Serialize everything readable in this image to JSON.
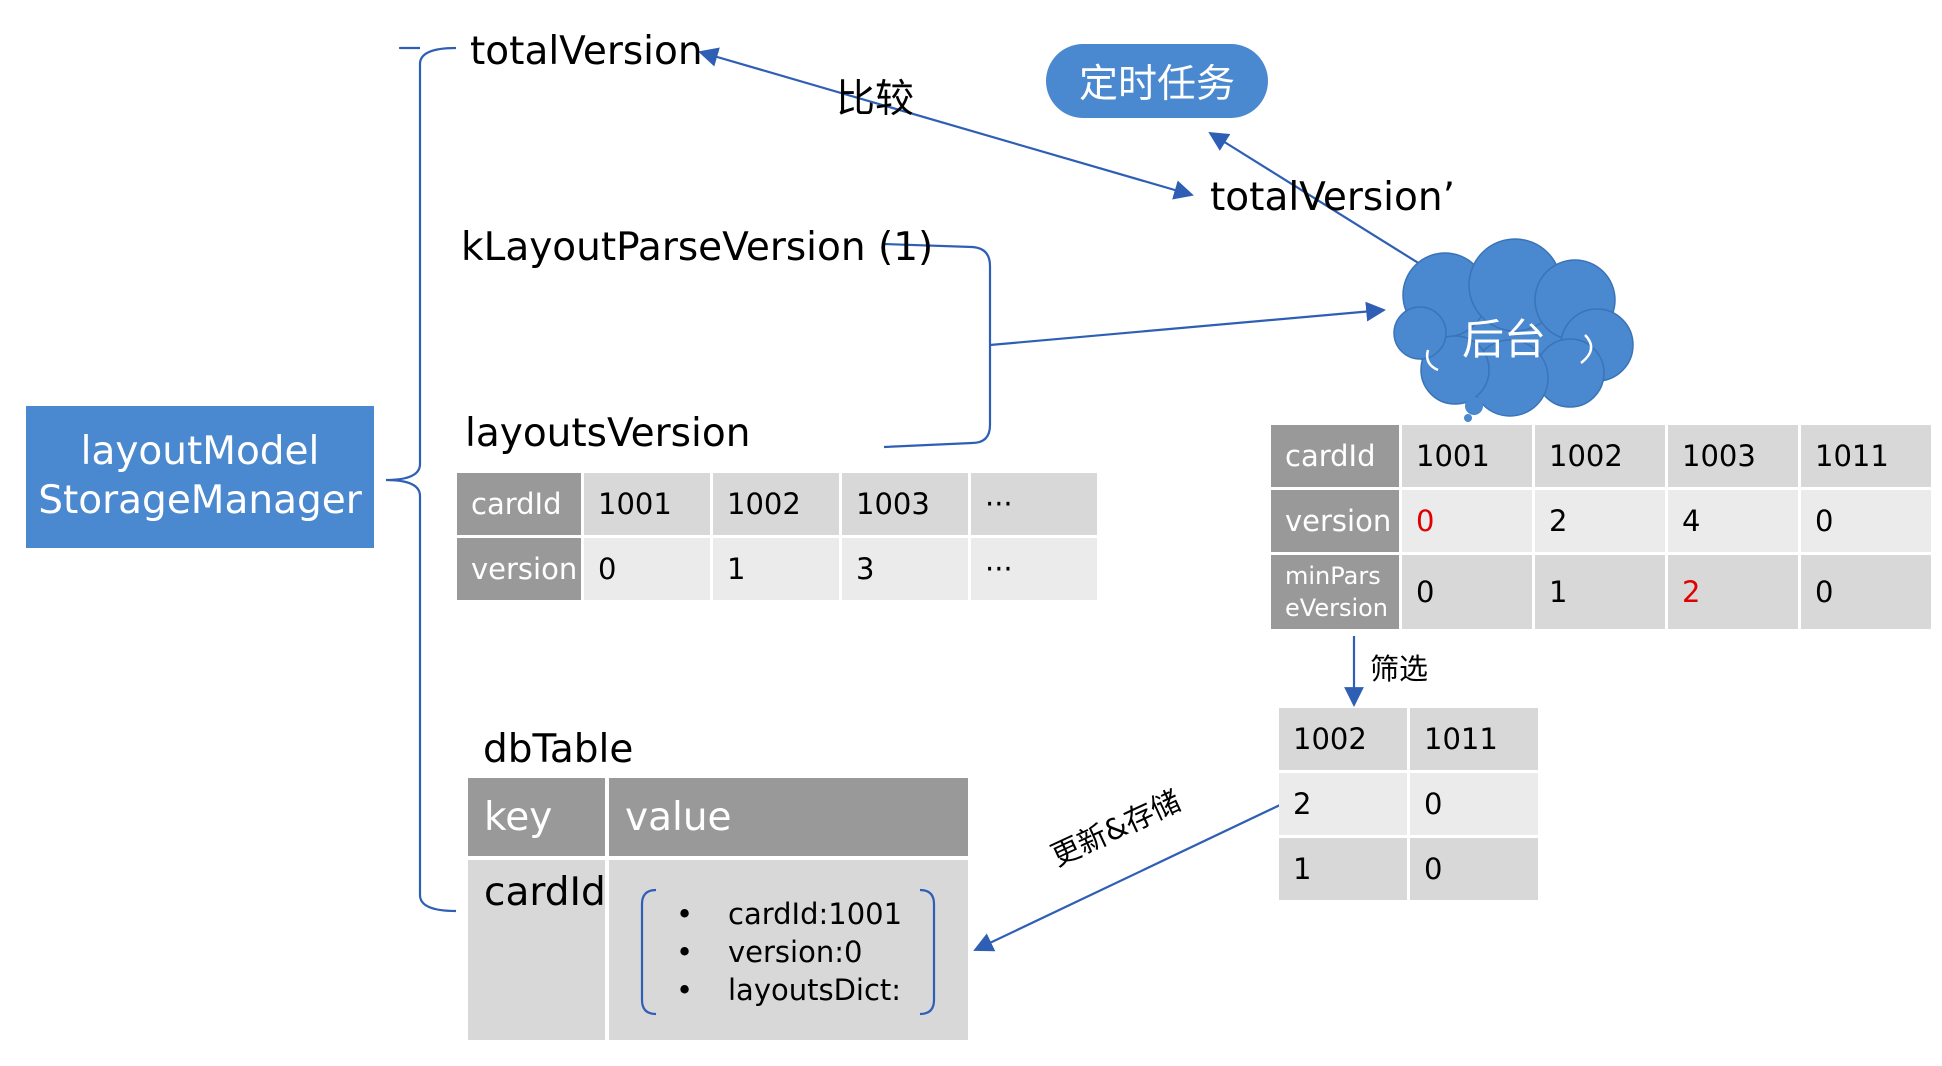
{
  "root": {
    "line1": "layoutModel",
    "line2": "StorageManager"
  },
  "labels": {
    "total_version": "totalVersion",
    "compare": "比较",
    "timer_task": "定时任务",
    "total_version_prime": "totalVersion’",
    "k_layout_parse_version": "kLayoutParseVersion (1)",
    "backend": "后台",
    "layouts_version": "layoutsVersion",
    "filter": "筛选",
    "update_store": "更新&存储",
    "db_table": "dbTable"
  },
  "layouts_table": {
    "rows": [
      [
        "cardId",
        "1001",
        "1002",
        "1003",
        "···"
      ],
      [
        "version",
        "0",
        "1",
        "3",
        "···"
      ]
    ]
  },
  "backend_table": {
    "rows": [
      [
        "cardId",
        "1001",
        "1002",
        "1003",
        "1011"
      ],
      [
        "version",
        "0",
        "2",
        "4",
        "0"
      ],
      [
        "minPars\neVersion",
        "0",
        "1",
        "2",
        "0"
      ]
    ],
    "highlight_color": "#e00000",
    "highlighted_cells": [
      "version/1001",
      "minParseVersion/1003"
    ]
  },
  "filtered_table": {
    "rows": [
      [
        "1002",
        "1011"
      ],
      [
        "2",
        "0"
      ],
      [
        "1",
        "0"
      ]
    ]
  },
  "db_table": {
    "header_key": "key",
    "header_value": "value",
    "row_key": "cardId",
    "value_items": [
      "cardId:1001",
      "version:0",
      "layoutsDict:"
    ]
  },
  "colors": {
    "accent_blue": "#4a88cf",
    "connector_blue": "#2f5fb5",
    "table_header_gray": "#999999",
    "table_cell_gray": "#d8d8d8",
    "table_cell_light": "#ebebeb"
  }
}
